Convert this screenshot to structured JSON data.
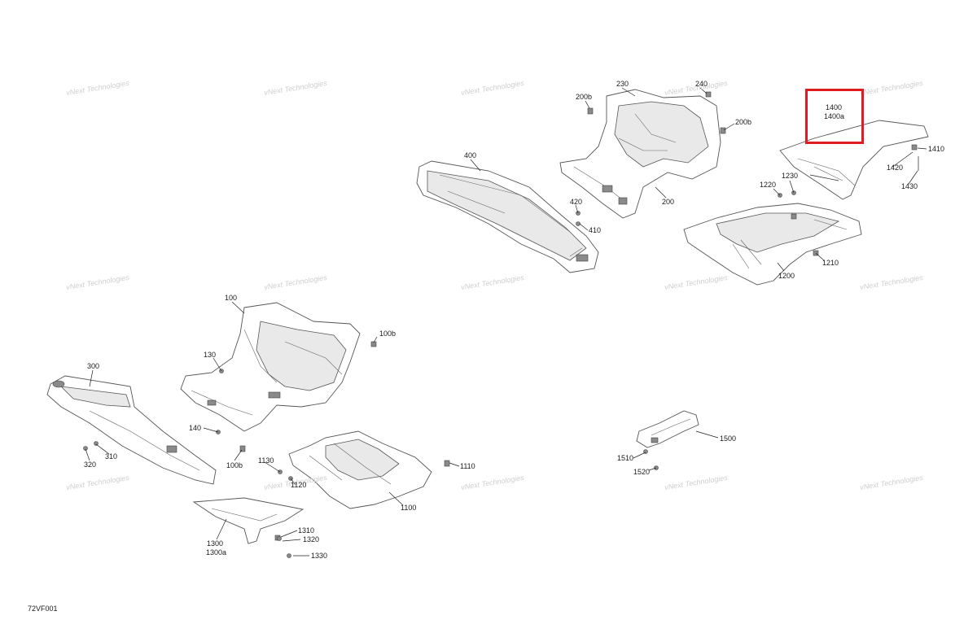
{
  "figure_code": "72VF001",
  "watermark": {
    "line1": "vNext Technologies",
    "line2": "Technologies"
  },
  "highlight": {
    "label_lines": [
      "1400",
      "1400a"
    ]
  },
  "parts": [
    {
      "id": "p230",
      "label": "230"
    },
    {
      "id": "p240",
      "label": "240"
    },
    {
      "id": "p200b_top",
      "label": "200b"
    },
    {
      "id": "p200b_right",
      "label": "200b"
    },
    {
      "id": "p200",
      "label": "200"
    },
    {
      "id": "p400",
      "label": "400"
    },
    {
      "id": "p420",
      "label": "420"
    },
    {
      "id": "p410",
      "label": "410"
    },
    {
      "id": "p1400",
      "label": "1400"
    },
    {
      "id": "p1400a",
      "label": "1400a"
    },
    {
      "id": "p1410",
      "label": "1410"
    },
    {
      "id": "p1420",
      "label": "1420"
    },
    {
      "id": "p1430",
      "label": "1430"
    },
    {
      "id": "p1220",
      "label": "1220"
    },
    {
      "id": "p1230",
      "label": "1230"
    },
    {
      "id": "p1210",
      "label": "1210"
    },
    {
      "id": "p1200",
      "label": "1200"
    },
    {
      "id": "p100",
      "label": "100"
    },
    {
      "id": "p100b_top",
      "label": "100b"
    },
    {
      "id": "p130",
      "label": "130"
    },
    {
      "id": "p300",
      "label": "300"
    },
    {
      "id": "p140",
      "label": "140"
    },
    {
      "id": "p100b_bottom",
      "label": "100b"
    },
    {
      "id": "p310",
      "label": "310"
    },
    {
      "id": "p320",
      "label": "320"
    },
    {
      "id": "p1130",
      "label": "1130"
    },
    {
      "id": "p1120",
      "label": "1120"
    },
    {
      "id": "p1110",
      "label": "1110"
    },
    {
      "id": "p1100",
      "label": "1100"
    },
    {
      "id": "p1300",
      "label": "1300"
    },
    {
      "id": "p1300a",
      "label": "1300a"
    },
    {
      "id": "p1310",
      "label": "1310"
    },
    {
      "id": "p1320",
      "label": "1320"
    },
    {
      "id": "p1330",
      "label": "1330"
    },
    {
      "id": "p1500",
      "label": "1500"
    },
    {
      "id": "p1510",
      "label": "1510"
    },
    {
      "id": "p1520",
      "label": "1520"
    }
  ]
}
